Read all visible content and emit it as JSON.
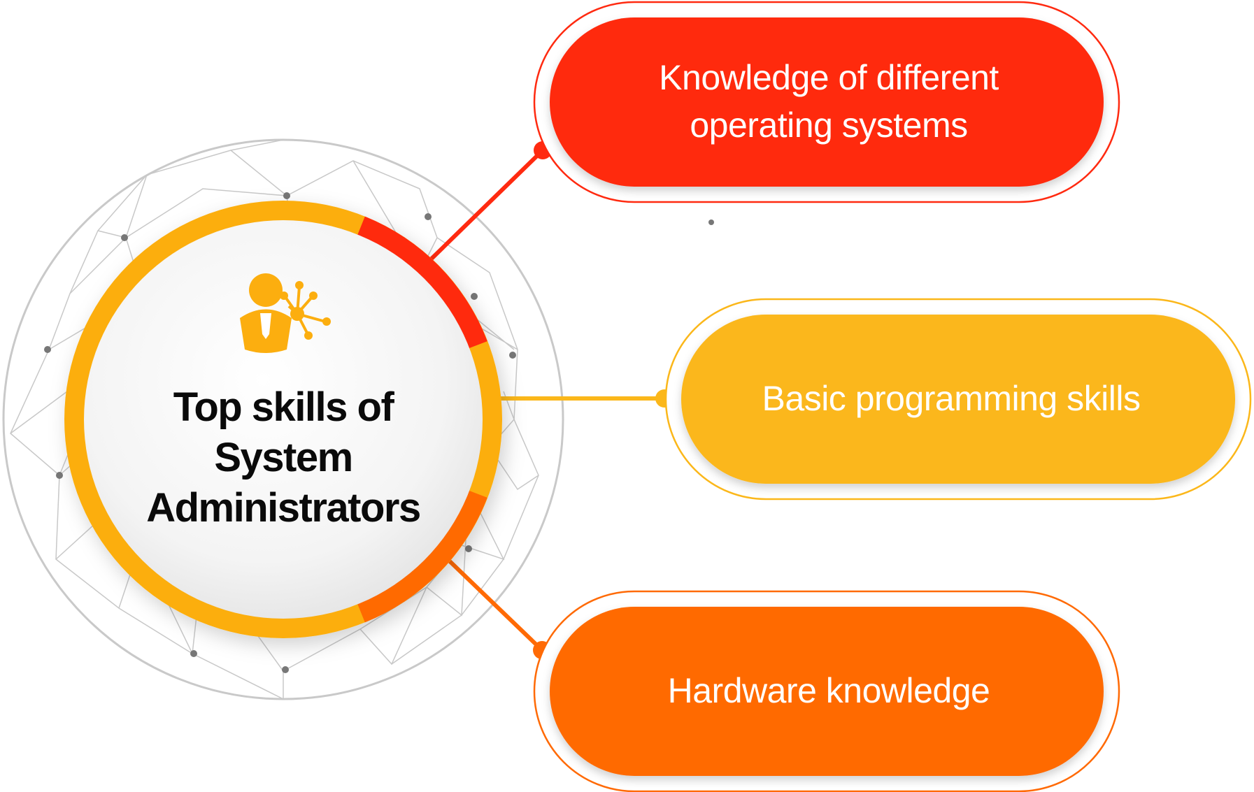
{
  "center": {
    "title_lines": [
      "Top skills of",
      "System",
      "Administrators"
    ],
    "icon": "person-network-icon"
  },
  "skills": [
    {
      "label_lines": [
        "Knowledge of different",
        "operating systems"
      ],
      "color": "#FF2A10"
    },
    {
      "label_lines": [
        "Basic programming skills"
      ],
      "color": "#FBB71A"
    },
    {
      "label_lines": [
        "Hardware knowledge"
      ],
      "color": "#FF6A05"
    }
  ],
  "colors": {
    "ring_yellow": "#FCAE0F",
    "ring_red": "#FF2A10",
    "ring_orange": "#FF6A05",
    "mesh_gray": "#BDBDBD",
    "node_gray": "#777777"
  }
}
